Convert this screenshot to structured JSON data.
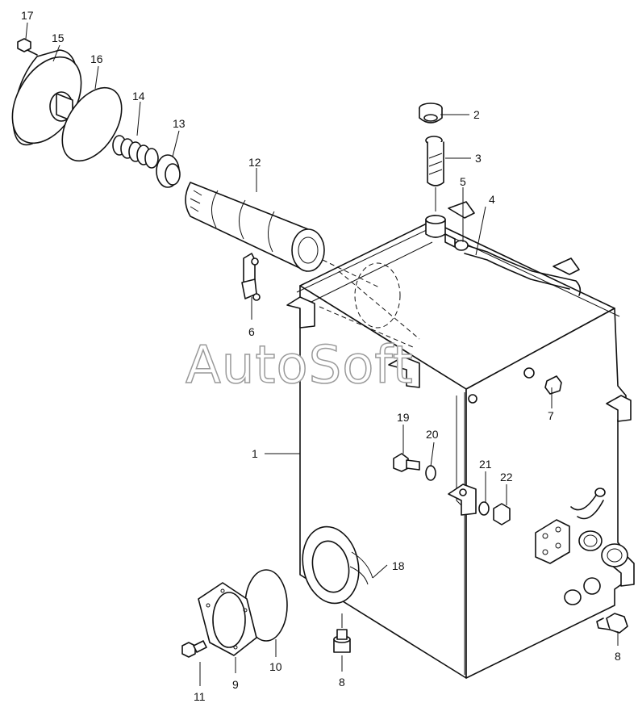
{
  "watermark": "AutoSoft",
  "callouts": {
    "p1": "1",
    "p2": "2",
    "p3": "3",
    "p4": "4",
    "p5": "5",
    "p6": "6",
    "p7": "7",
    "p8a": "8",
    "p8b": "8",
    "p9": "9",
    "p10": "10",
    "p11": "11",
    "p12": "12",
    "p13": "13",
    "p14": "14",
    "p15": "15",
    "p16": "16",
    "p17": "17",
    "p18": "18",
    "p19": "19",
    "p20": "20",
    "p21": "21",
    "p22": "22"
  }
}
